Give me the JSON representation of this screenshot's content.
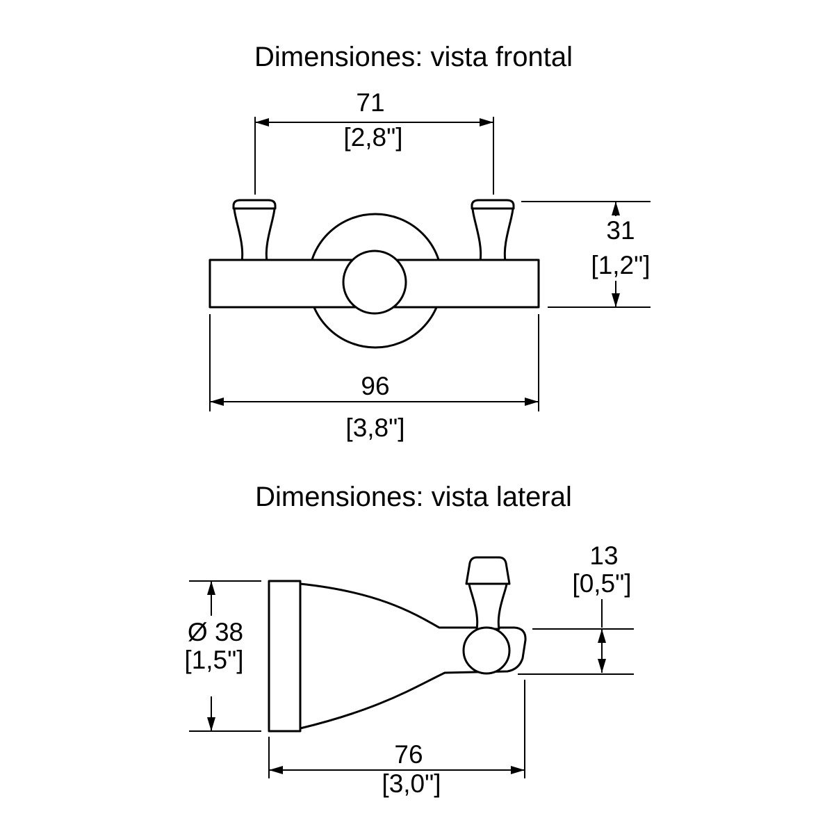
{
  "drawing": {
    "ink_color": "#000000",
    "paper_color": "#ffffff",
    "product": "double-hook-technical-drawing"
  },
  "front_view": {
    "title": "Dimensiones: vista frontal",
    "dim_hook_spacing_mm": "71",
    "dim_hook_spacing_in": "[2,8\"]",
    "dim_height_mm": "31",
    "dim_height_in": "[1,2\"]",
    "dim_total_width_mm": "96",
    "dim_total_width_in": "[3,8\"]"
  },
  "side_view": {
    "title": "Dimensiones: vista lateral",
    "dim_hook_diameter_mm": "13",
    "dim_hook_diameter_in": "[0,5\"]",
    "dim_flange_diameter_mm": "Ø 38",
    "dim_flange_diameter_in": "[1,5\"]",
    "dim_projection_mm": "76",
    "dim_projection_in": "[3,0\"]"
  }
}
